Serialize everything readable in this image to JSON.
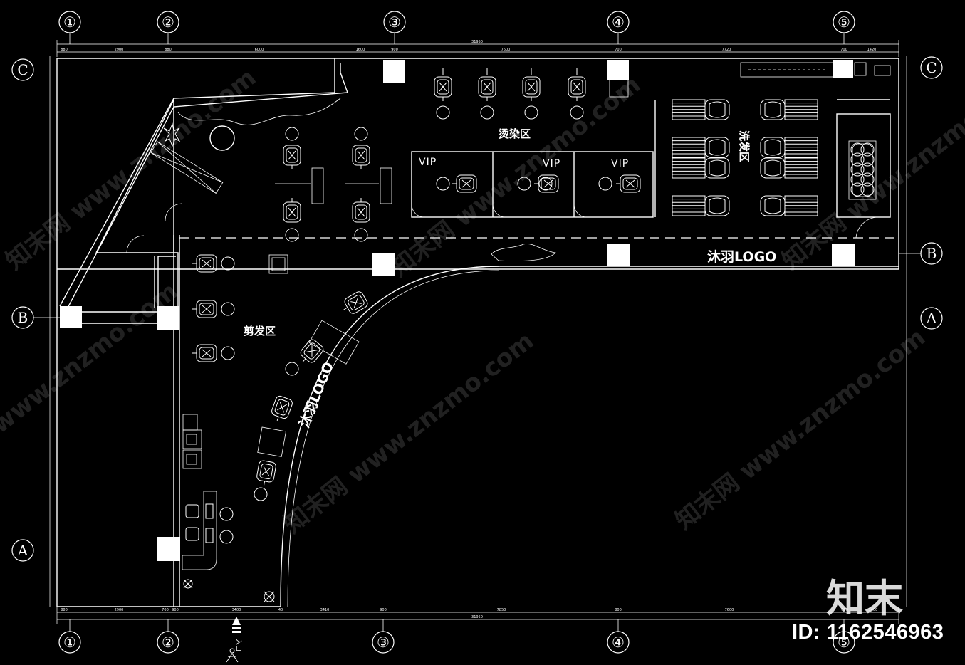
{
  "grid": {
    "top_numbers": [
      "①",
      "②",
      "③",
      "④",
      "⑤"
    ],
    "bottom_numbers": [
      "①",
      "②",
      "③",
      "④",
      "⑤"
    ],
    "left_letters": [
      "C",
      "B",
      "A"
    ],
    "right_letters": [
      "C",
      "B",
      "A"
    ]
  },
  "dimensions": {
    "top": [
      "880",
      "2900",
      "880",
      "6000",
      "1600",
      "900",
      "7600",
      "700",
      "7720",
      "700",
      "1420"
    ],
    "top_total": "31950",
    "bottom": [
      "880",
      "2900",
      "700",
      "900",
      "3400",
      "40",
      "3410",
      "900",
      "7850",
      "800",
      "7600",
      "600",
      "1400"
    ],
    "bottom_total": "31950"
  },
  "zones": {
    "perm_dye": "烫染区",
    "wash": "洗发区",
    "cut": "剪发区",
    "vip_1": "VIP",
    "vip_2": "VIP",
    "vip_3": "VIP"
  },
  "logos": {
    "horizontal": "沐羽LOGO",
    "curved": "沐羽LOGO"
  },
  "entrance": "入口",
  "watermarks": {
    "site": "www.znzmo.com",
    "brand": "知末网",
    "corner_brand": "知末"
  },
  "id_label": "ID: 1162546963",
  "colors": {
    "background": "#000000",
    "lines": "#ffffff"
  }
}
